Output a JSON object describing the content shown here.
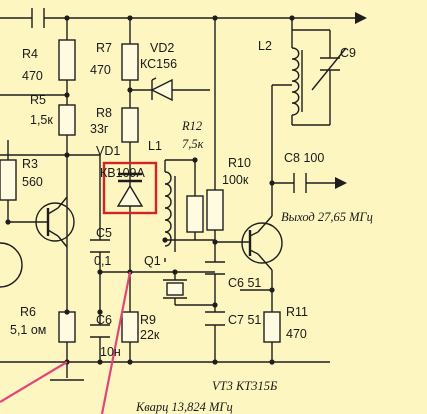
{
  "labels": {
    "r4": "R4",
    "r4_val": "470",
    "r5": "R5",
    "r5_val": "1,5к",
    "r3": "R3",
    "r3_val": "560",
    "r6": "R6",
    "r6_val": "5,1 ом",
    "r7": "R7",
    "r7_val": "470",
    "vd2": "VD2",
    "vd2_val": "КС156",
    "r8": "R8",
    "r8_val": "33г",
    "vd1": "VD1",
    "vd1_val": "КВ109А",
    "l1": "L1",
    "r12": "R12",
    "r12_val": "7,5к",
    "c5": "C5",
    "c5_val": "0,1",
    "q1": "Q1",
    "r9": "R9",
    "r9_val": "22к",
    "c6": "C6",
    "c6_val": "10н",
    "r10": "R10",
    "r10_val": "100к",
    "l2": "L2",
    "c9": "C9",
    "c8": "C8 100",
    "output": "Выход 27,65 МГц",
    "c6b": "C6 51",
    "c7": "C7 51",
    "r11": "R11",
    "r11_val": "470",
    "vt3": "VT3  КТ315Б",
    "crystal": "Кварц 13,824 МГц"
  },
  "colors": {
    "background": "#fdf6c0",
    "wire": "#1e1e1e",
    "highlight_box": "#d32424",
    "pointer_line": "#e0457a"
  }
}
